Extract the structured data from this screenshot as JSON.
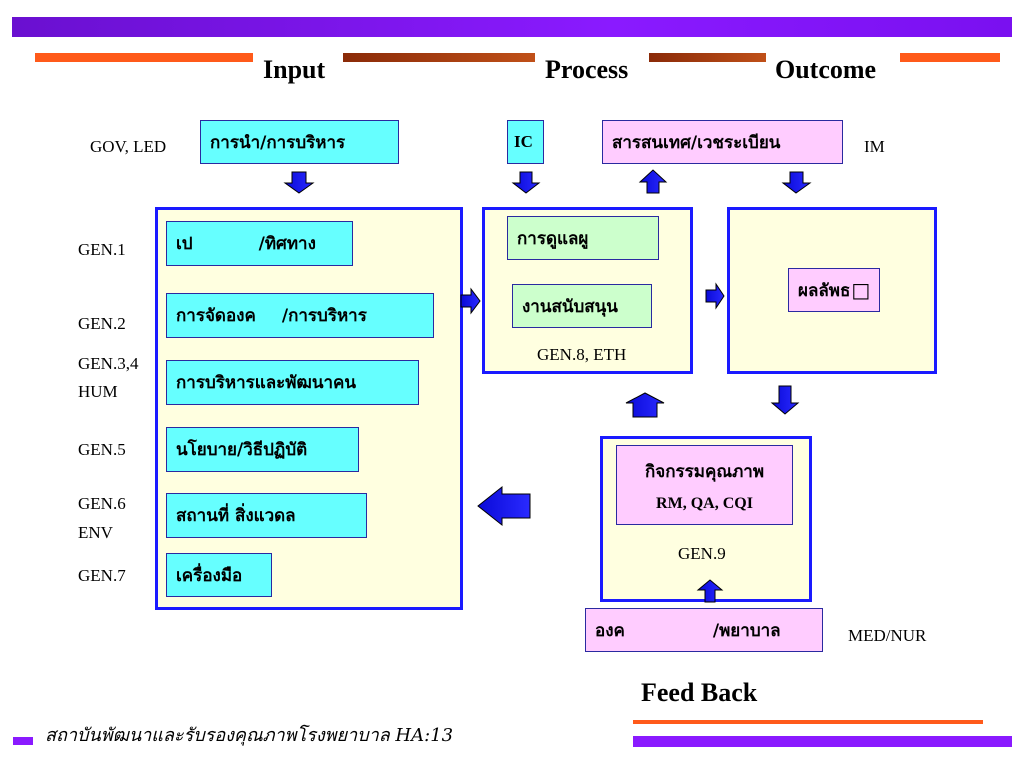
{
  "headers": {
    "input": "Input",
    "process": "Process",
    "outcome": "Outcome",
    "feedback": "Feed Back"
  },
  "top": {
    "gov": "GOV, LED",
    "lead": "การนำ/การบริหาร",
    "ic": "IC",
    "info": "สารสนเทศ/เวชระเบียน",
    "im": "IM"
  },
  "gen_labels": {
    "gen1": "GEN.1",
    "gen2": "GEN.2",
    "gen34": "GEN.3,4",
    "hum": "HUM",
    "gen5": "GEN.5",
    "gen6": "GEN.6",
    "env": "ENV",
    "gen7": "GEN.7"
  },
  "input_items": [
    {
      "part1": "เป",
      "part2": "/ทิศทาง"
    },
    {
      "part1": "การจัดองค",
      "part2": "/การบริหาร"
    },
    {
      "text": "การบริหารและพัฒนาคน"
    },
    {
      "text": "นโยบาย/วิธีปฏิบัติ"
    },
    {
      "text": "สถานที่ สิ่งแวดล"
    },
    {
      "text": "เครื่องมือ"
    }
  ],
  "process": {
    "care": "การดูแลผู",
    "support": "งานสนับสนุน",
    "label": "GEN.8, ETH"
  },
  "outcome": {
    "result": "ผลลัพธ",
    "glyph": "□"
  },
  "quality": {
    "title": "กิจกรรมคุณภาพ",
    "sub": "RM, QA, CQI",
    "label": "GEN.9"
  },
  "org": {
    "part1": "องค",
    "part2": "/พยาบาล",
    "side": "MED/NUR"
  },
  "footer": {
    "text": "สถาบันพัฒนาและรับรองคุณภาพโรงพยาบาล HA:13"
  },
  "colors": {
    "purple": "#8000ff",
    "orange": "#ff5a1a",
    "brown": "#a03a10",
    "blue": "#1a1aff",
    "cyan": "#66ffff",
    "green": "#ccffcc",
    "pink": "#ffccff",
    "cream": "#ffffe0"
  }
}
